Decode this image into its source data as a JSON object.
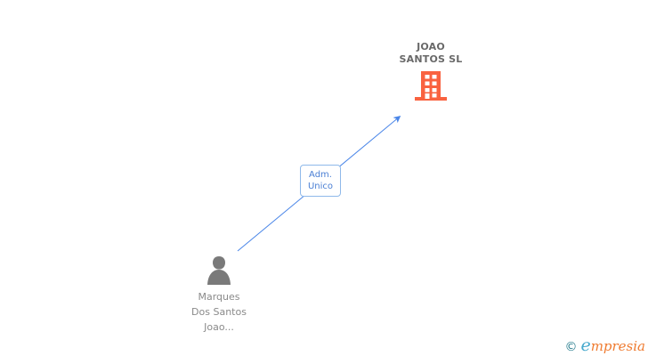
{
  "diagram": {
    "company": {
      "name_lines": [
        "JOAO",
        "SANTOS SL"
      ],
      "icon": "building-icon",
      "icon_color": "#F96240",
      "text_color": "#696969"
    },
    "person": {
      "name_lines": [
        "Marques",
        "Dos Santos",
        "Joao..."
      ],
      "icon": "person-icon",
      "icon_color": "#7A7A7A",
      "text_color": "#8A8A8A"
    },
    "edge": {
      "label_lines": [
        "Adm.",
        "Unico"
      ],
      "line_color": "#4A86E8",
      "label_text_color": "#4A7FD4",
      "label_border_color": "#8FB9EA"
    }
  },
  "footer": {
    "copyright": "©",
    "brand_initial": "e",
    "brand_rest": "mpresia",
    "copyright_color": "#2B7F90",
    "brand_initial_color": "#47A9CD",
    "brand_rest_color": "#EF7B30"
  }
}
